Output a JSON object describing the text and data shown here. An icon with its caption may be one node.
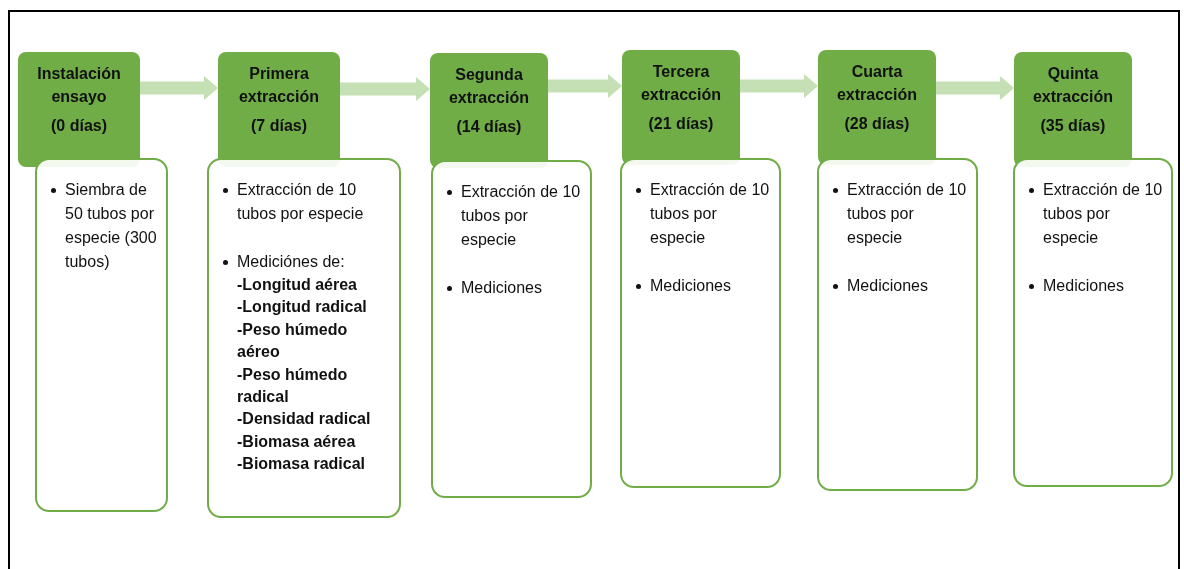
{
  "diagram": {
    "nodes": [
      {
        "text": [
          "Instalación ensayo",
          "(0 días)"
        ]
      },
      {
        "text": [
          "Siembra de 50 tubos por especie (300 tubos)"
        ]
      },
      {
        "text": [
          "Primera extracción",
          "(7 días)"
        ]
      },
      {
        "text": [
          "Extracción de 10 tubos por especie",
          "Mediciónes de: **-Longitud aérea** **-Longitud radical** **-Peso húmedo aéreo** **-Peso húmedo radical** **-Densidad radical** **-Biomasa aérea** **-Biomasa radical**"
        ]
      },
      {
        "text": [
          "Segunda extracción",
          "(14 días)"
        ]
      },
      {
        "text": [
          "Extracción de 10 tubos por especie",
          "Mediciones"
        ]
      },
      {
        "text": [
          "Tercera extracción",
          "(21 días)"
        ]
      },
      {
        "text": [
          "Extracción de 10 tubos por especie",
          "Mediciones"
        ]
      },
      {
        "text": [
          "Cuarta extracción",
          "(28 días)"
        ]
      },
      {
        "text": [
          "Extracción de 10 tubos por especie",
          "Mediciones"
        ]
      },
      {
        "text": [
          "Quinta extracción",
          "(35 días)"
        ]
      },
      {
        "text": [
          "Extracción de 10 tubos por especie",
          "Mediciones"
        ]
      }
    ],
    "edges": [
      {
        "from": 0,
        "to": 2,
        "arrow": "to"
      },
      {
        "from": 2,
        "to": 4,
        "arrow": "to"
      },
      {
        "from": 4,
        "to": 6,
        "arrow": "to"
      },
      {
        "from": 6,
        "to": 8,
        "arrow": "to"
      },
      {
        "from": 8,
        "to": 10,
        "arrow": "to"
      }
    ]
  }
}
